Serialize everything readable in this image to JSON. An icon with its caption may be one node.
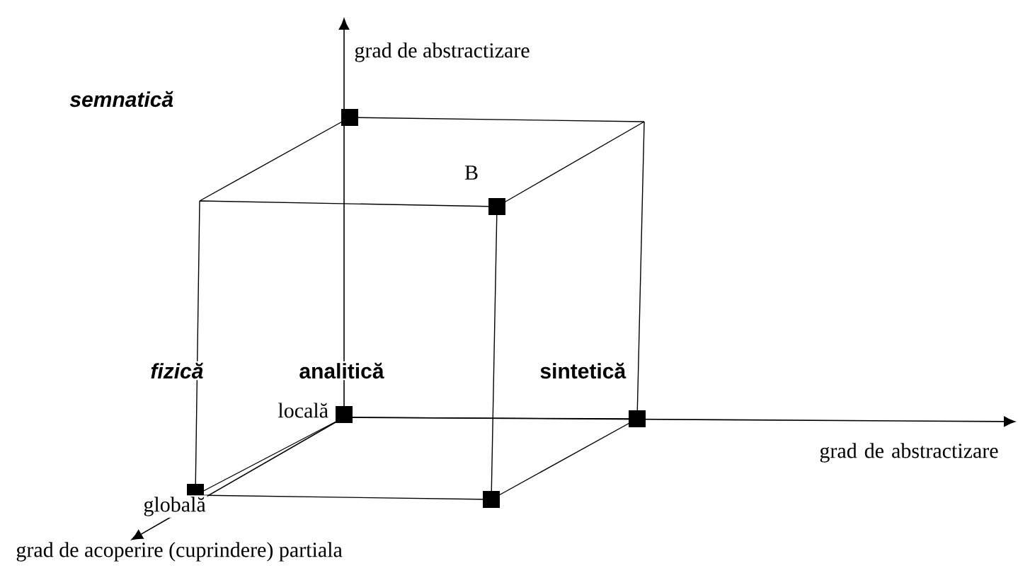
{
  "diagram": {
    "labels": [
      "grad de abstractizare",
      "semnatică",
      "B",
      "fizică",
      "analitică",
      "sintetică",
      "locală",
      "grad de abstractizare",
      "globală",
      "grad de acoperire (cuprindere) partiala"
    ]
  }
}
